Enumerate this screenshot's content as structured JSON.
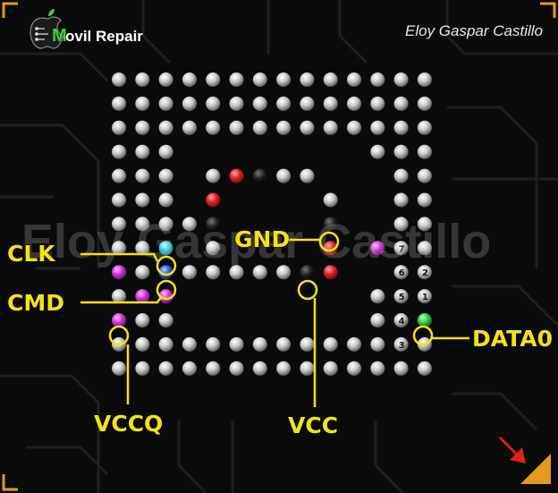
{
  "header": {
    "brand_initial": "M",
    "brand_rest": "ovil Repair",
    "author": "Eloy Gaspar Castillo"
  },
  "watermark": "Eloy Gaspar Castillo",
  "labels": {
    "clk": "CLK",
    "cmd": "CMD",
    "vccq": "VCCQ",
    "gnd": "GND",
    "vcc": "VCC",
    "data0": "DATA0"
  },
  "pin_numbers": [
    "7",
    "6",
    "2",
    "5",
    "1",
    "4",
    "3"
  ],
  "colors": {
    "label": "#f3e21a",
    "corner_accent": "#e39a1e",
    "arrow": "#e0201a",
    "clk": "#29c9e6",
    "cmd": "#2d5fe8",
    "vccq": "#d23adf",
    "gnd": "#111111",
    "vcc": "#e02424",
    "data0": "#2fd34a"
  },
  "icons": {
    "brand_logo": "circuit-apple-icon",
    "nav": "red-arrow-icon"
  }
}
